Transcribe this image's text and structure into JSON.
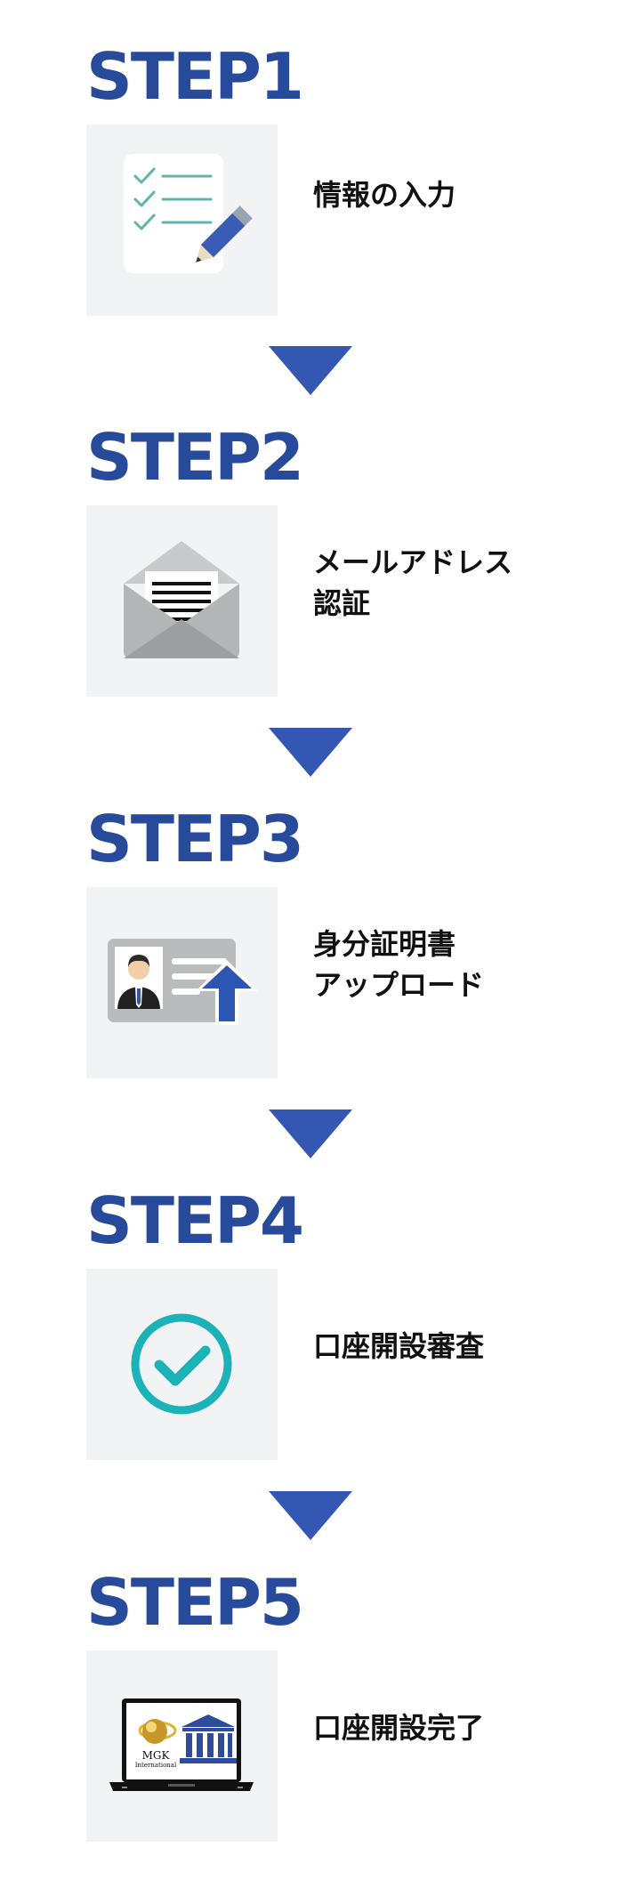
{
  "colors": {
    "title_blue": "#284a9a",
    "arrow_blue": "#3457b4",
    "box_gray": "#f2f3f4",
    "teal": "#1bb3b8"
  },
  "steps": [
    {
      "title": "STEP1",
      "label_lines": [
        "情報の入力"
      ],
      "icon": "checklist-pencil-icon"
    },
    {
      "title": "STEP2",
      "label_lines": [
        "メールアドレス",
        "認証"
      ],
      "icon": "envelope-letter-icon"
    },
    {
      "title": "STEP3",
      "label_lines": [
        "身分証明書",
        "アップロード"
      ],
      "icon": "id-card-upload-icon"
    },
    {
      "title": "STEP4",
      "label_lines": [
        "口座開設審査"
      ],
      "icon": "check-circle-icon"
    },
    {
      "title": "STEP5",
      "label_lines": [
        "口座開設完了"
      ],
      "icon": "laptop-bank-icon"
    }
  ],
  "laptop_logo": {
    "brand": "MGK",
    "sub": "International"
  }
}
